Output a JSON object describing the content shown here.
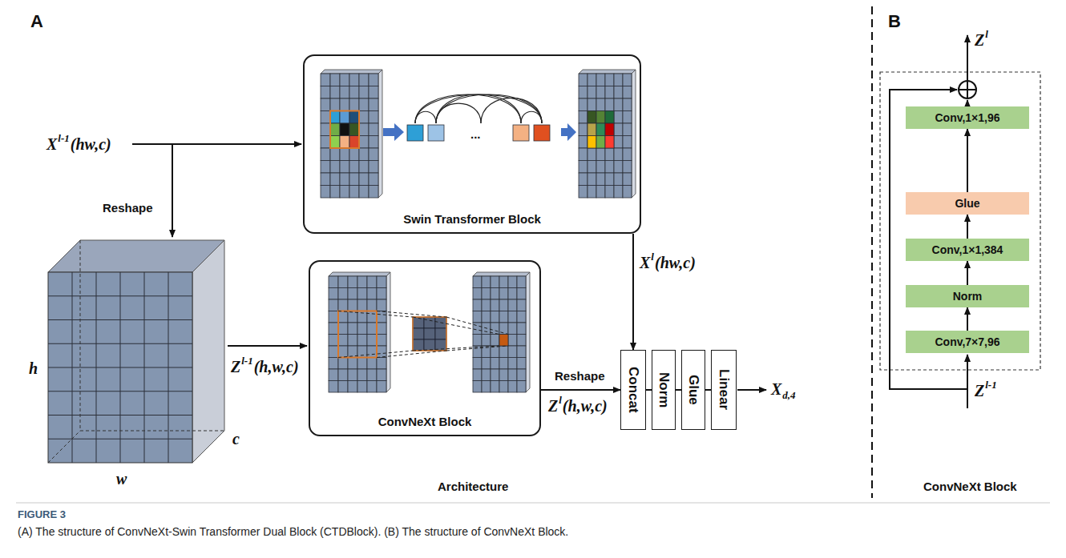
{
  "diagram": {
    "caption": "(A) The structure of ConvNeXt-Swin Transformer Dual Block (CTDBlock). (B) The structure of ConvNeXt Block.",
    "nodes": [
      {
        "text": [
          "Swin Transformer Block"
        ]
      },
      {
        "text": [
          "ConvNeXt Block"
        ]
      },
      {
        "text": [
          "Concat"
        ]
      },
      {
        "text": [
          "Norm"
        ]
      },
      {
        "text": [
          "Glue"
        ]
      },
      {
        "text": [
          "Linear"
        ]
      },
      {
        "text": [
          "Conv,7×7,96"
        ]
      },
      {
        "text": [
          "Norm"
        ]
      },
      {
        "text": [
          "Conv,1×1,384"
        ]
      },
      {
        "text": [
          "Glue"
        ]
      },
      {
        "text": [
          "Conv,1×1,96"
        ]
      }
    ],
    "edges": [
      {
        "from": 0,
        "to": 2,
        "arrow": "to"
      },
      {
        "from": 1,
        "to": 2,
        "arrow": "to"
      },
      {
        "from": 2,
        "to": 3,
        "arrow": "none"
      },
      {
        "from": 3,
        "to": 4,
        "arrow": "none"
      },
      {
        "from": 4,
        "to": 5,
        "arrow": "none"
      },
      {
        "from": 6,
        "to": 7,
        "arrow": "to"
      },
      {
        "from": 7,
        "to": 8,
        "arrow": "to"
      },
      {
        "from": 8,
        "to": 9,
        "arrow": "to"
      },
      {
        "from": 9,
        "to": 10,
        "arrow": "to"
      }
    ],
    "labels": [
      "A",
      "B",
      "X",
      "l-1",
      "(hw,c)",
      "Reshape",
      "h",
      "w",
      "c",
      "Z",
      "l-1",
      "(h,w,c)",
      "X",
      "l",
      "(hw,c)",
      "Reshape",
      "Z",
      "l",
      "(h,w,c)",
      "X",
      "d,4",
      "Architecture",
      "Z",
      "l",
      "Z",
      "l-1",
      "ConvNeXt Block",
      "FIGURE 3",
      "..."
    ]
  }
}
